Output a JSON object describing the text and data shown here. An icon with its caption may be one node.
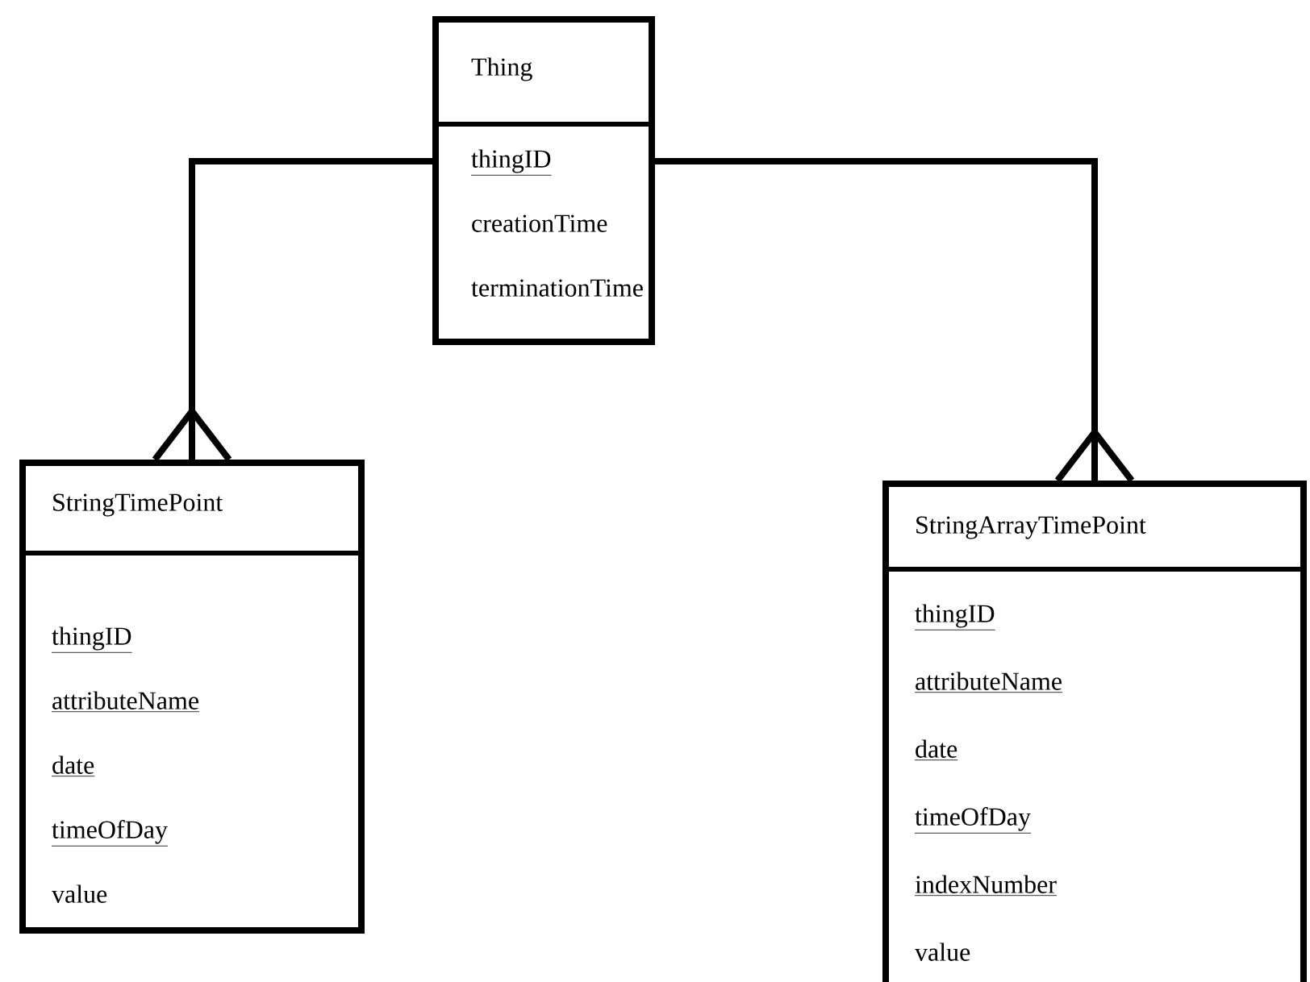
{
  "diagram": {
    "nodes": [
      {
        "text": [
          "Thing",
          "thingID",
          "creationTime",
          "terminationTime"
        ]
      },
      {
        "text": [
          "StringTimePoint",
          "thingID",
          "attributeName",
          "date",
          "timeOfDay",
          "value"
        ]
      },
      {
        "text": [
          "StringArrayTimePoint",
          "thingID",
          "attributeName",
          "date",
          "timeOfDay",
          "indexNumber",
          "value"
        ]
      }
    ],
    "edges": [
      {
        "from": 0,
        "to": 1,
        "arrow": "other"
      },
      {
        "from": 0,
        "to": 2,
        "arrow": "other"
      }
    ]
  }
}
